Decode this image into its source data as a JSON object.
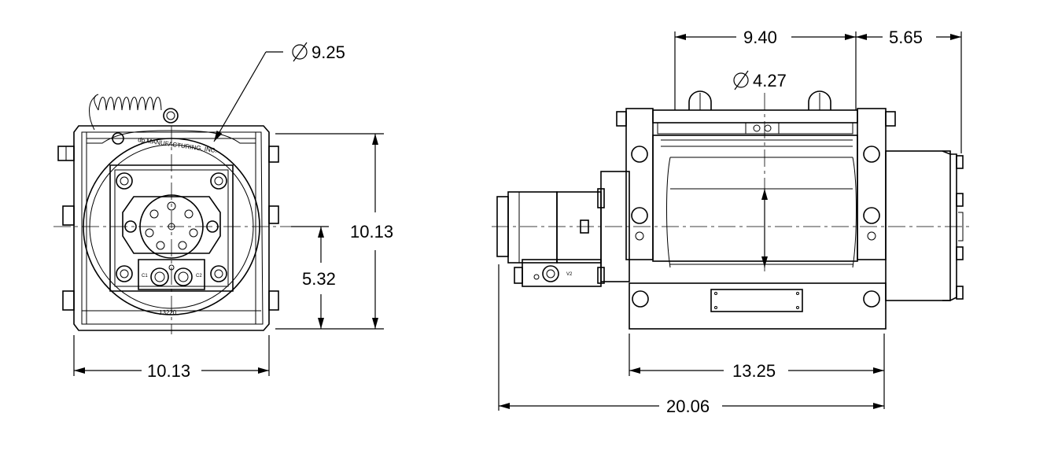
{
  "front_view": {
    "diameter_label": "9.25",
    "width_label": "10.13",
    "height_label": "10.13",
    "center_height_label": "5.32",
    "manufacturer_text": "dp MANUFACTURING, INC.",
    "part_number": "13220"
  },
  "side_view": {
    "top_span_label": "9.40",
    "right_span_label": "5.65",
    "drum_diameter_label": "4.27",
    "base_length_label": "13.25",
    "overall_length_label": "20.06"
  }
}
